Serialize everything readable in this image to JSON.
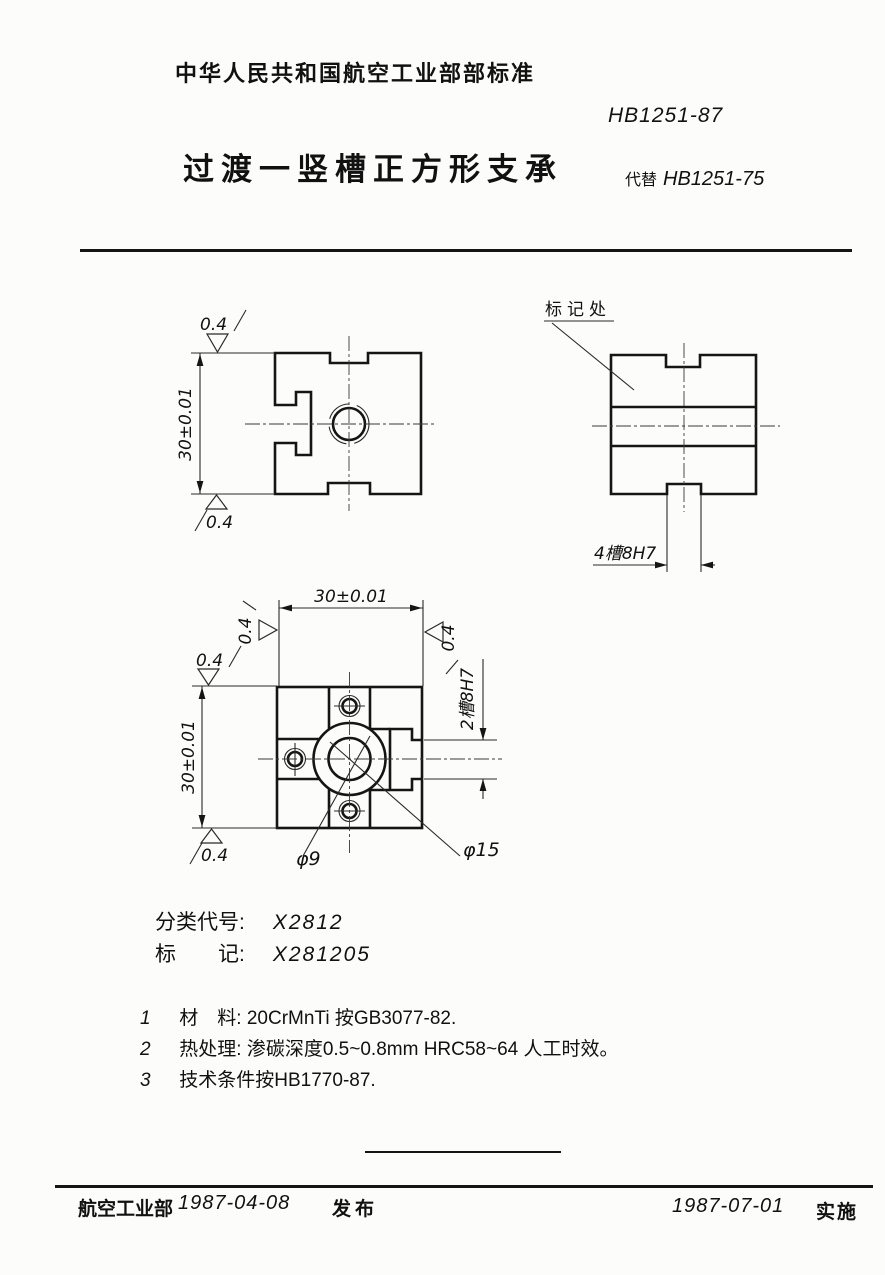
{
  "page": {
    "org_standard": "中华人民共和国航空工业部部标准",
    "doc_number": "HB1251-87",
    "title": "过渡一竖槽正方形支承",
    "replaces_label": "代替",
    "replaces_number": "HB1251-75"
  },
  "drawing": {
    "front_view": {
      "height_dim": "30±0.01",
      "finish_top": "0.4",
      "finish_bottom": "0.4"
    },
    "side_view": {
      "mark_label": "标记处",
      "slot_dim": "4槽8H7"
    },
    "plan_view": {
      "width_dim": "30±0.01",
      "height_dim": "30±0.01",
      "finish_dim_left": "0.4",
      "finish_dim_right": "0.4",
      "finish_left": "0.4",
      "finish_bottom": "0.4",
      "slot_dim": "2槽8H7",
      "dia_small": "φ9",
      "dia_large": "φ15"
    }
  },
  "classification": {
    "code_label": "分类代号:",
    "code_value": "X2812",
    "mark_label": "标　　记:",
    "mark_value": "X281205"
  },
  "notes": [
    {
      "num": "1",
      "text": "材　料: 20CrMnTi  按GB3077-82."
    },
    {
      "num": "2",
      "text": "热处理: 渗碳深度0.5~0.8mm  HRC58~64 人工时效。"
    },
    {
      "num": "3",
      "text": "技术条件按HB1770-87."
    }
  ],
  "footer": {
    "org": "航空工业部",
    "issue_date": "1987-04-08",
    "issue_label": "发布",
    "impl_date": "1987-07-01",
    "impl_label": "实施"
  }
}
